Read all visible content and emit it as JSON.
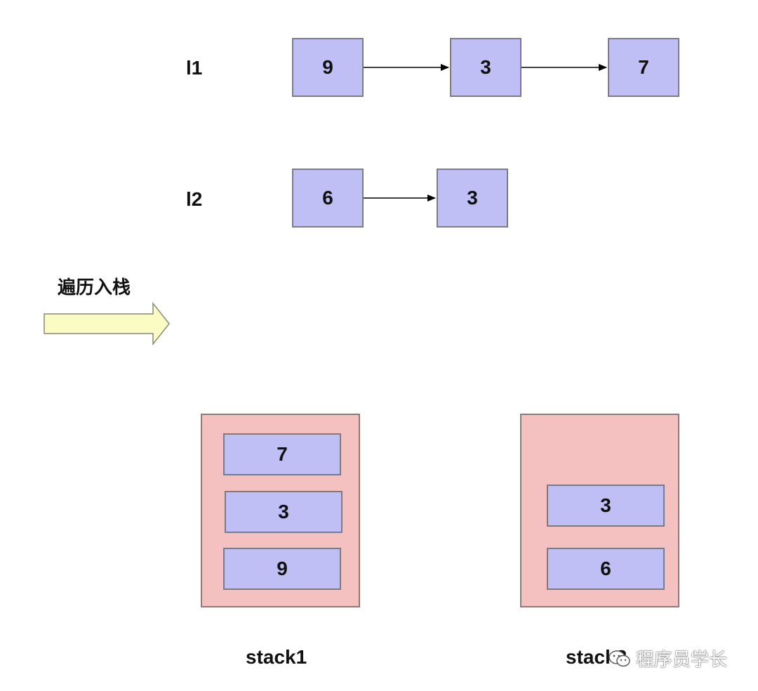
{
  "lists": [
    {
      "label": "l1",
      "nodes": [
        "9",
        "3",
        "7"
      ]
    },
    {
      "label": "l2",
      "nodes": [
        "6",
        "3"
      ]
    }
  ],
  "step": {
    "label": "遍历入栈"
  },
  "stacks": [
    {
      "label": "stack1",
      "items": [
        "7",
        "3",
        "9"
      ]
    },
    {
      "label": "stack2",
      "items": [
        "3",
        "6"
      ]
    }
  ],
  "watermark": {
    "text": "程序员学长",
    "icon": "wechat-icon"
  },
  "colors": {
    "node_fill": "#bfbff5",
    "stack_fill": "#f4c0c0",
    "step_arrow_fill": "#fbfcc4"
  }
}
